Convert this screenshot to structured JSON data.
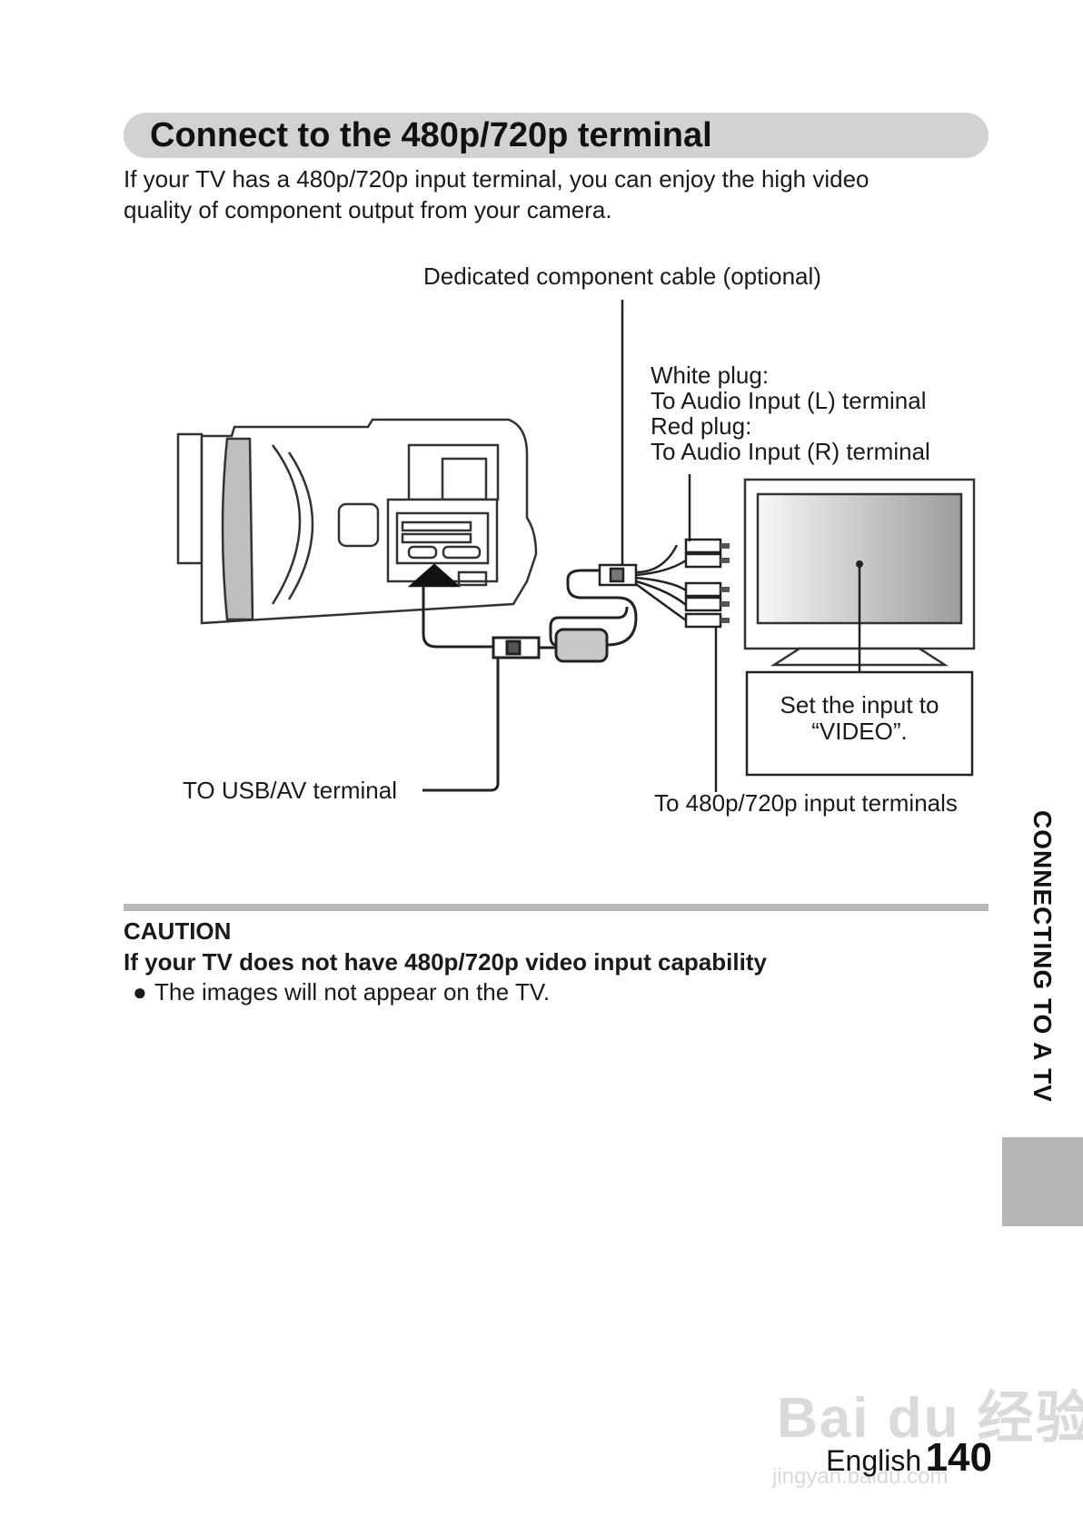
{
  "section": {
    "title": "Connect to the 480p/720p terminal",
    "intro_line1": "If your TV has a 480p/720p input terminal, you can enjoy the high video",
    "intro_line2": "quality of component output from your camera."
  },
  "diagram": {
    "cable_label": "Dedicated component cable (optional)",
    "white_plug_title": "White plug:",
    "white_plug_desc": "To Audio Input (L) terminal",
    "red_plug_title": "Red plug:",
    "red_plug_desc": "To Audio Input (R) terminal",
    "tv_callout_line1": "Set the input to",
    "tv_callout_line2": "“VIDEO”.",
    "usb_label": "TO USB/AV terminal",
    "input_terminals_label": "To 480p/720p input terminals"
  },
  "caution": {
    "heading": "CAUTION",
    "subheading": "If your TV does not have 480p/720p video input capability",
    "bullet": "The images will not appear on the TV."
  },
  "side_tab": {
    "label": "CONNECTING TO A TV"
  },
  "footer": {
    "language": "English",
    "page_number": "140"
  },
  "watermark": {
    "text": "Bai du 经验",
    "url": "jingyan.baidu.com"
  }
}
